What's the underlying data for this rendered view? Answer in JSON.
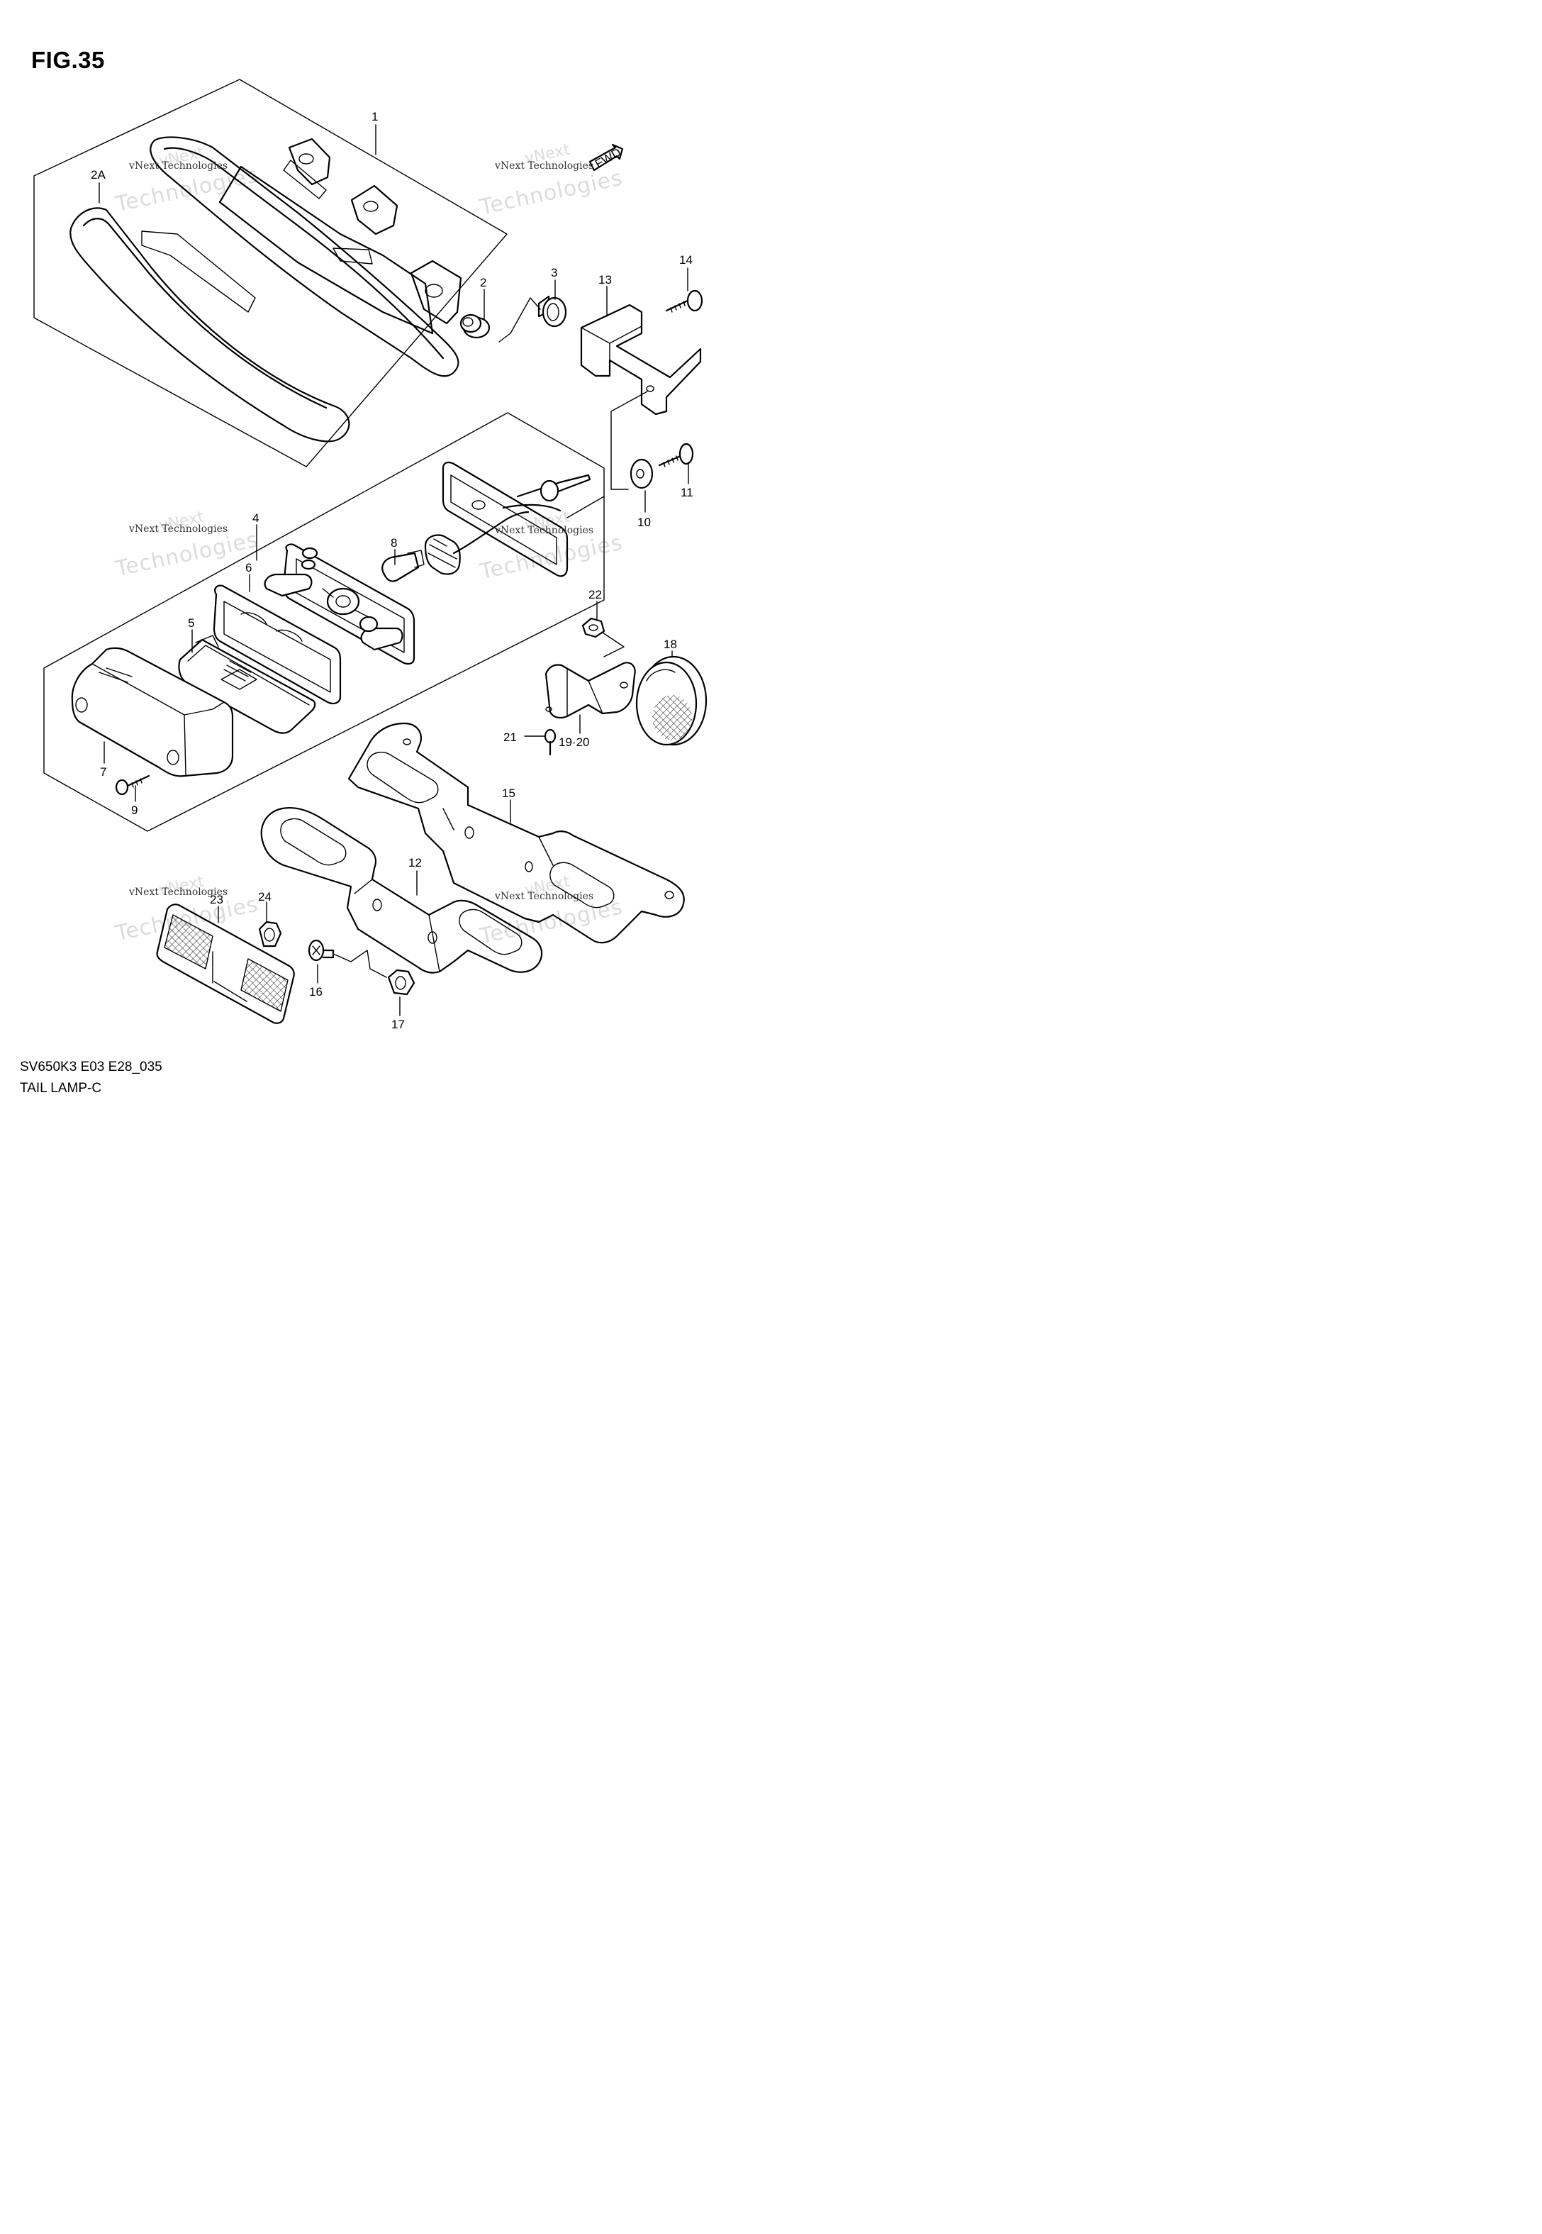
{
  "figure": {
    "title": "FIG.35",
    "model_code": "SV650K3 E03 E28_035",
    "caption": "TAIL LAMP-C",
    "fwd_label": "FWD"
  },
  "watermark": {
    "line": "vNext Technologies",
    "big": "Technologies",
    "small": "vNext"
  },
  "callouts": {
    "c1": "1",
    "c2A": "2A",
    "c2": "2",
    "c3": "3",
    "c4": "4",
    "c5": "5",
    "c6": "6",
    "c7": "7",
    "c8": "8",
    "c9": "9",
    "c10": "10",
    "c11": "11",
    "c12": "12",
    "c13": "13",
    "c14": "14",
    "c15": "15",
    "c16": "16",
    "c17": "17",
    "c18": "18",
    "c1920": "19·20",
    "c21": "21",
    "c22": "22",
    "c23": "23",
    "c24": "24"
  }
}
